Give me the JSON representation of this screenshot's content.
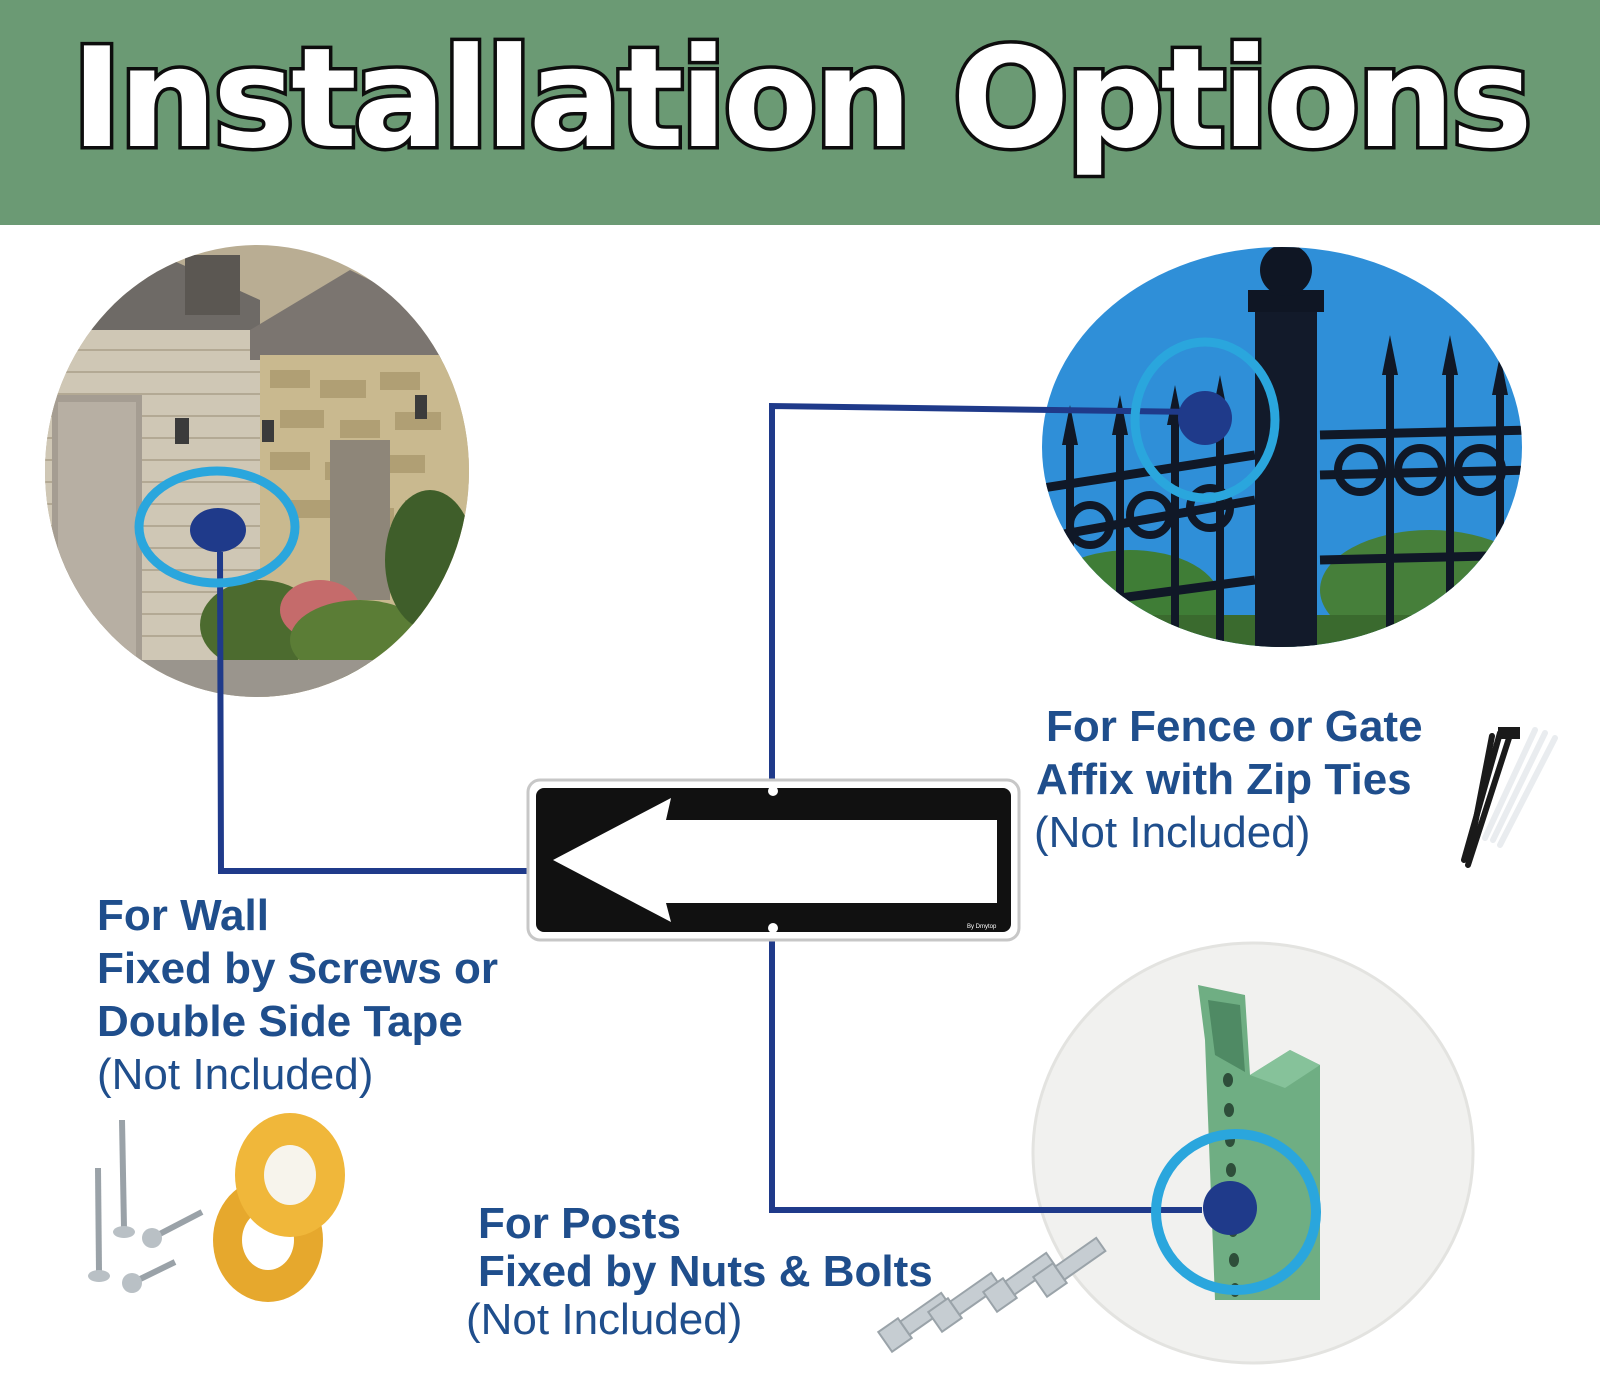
{
  "header": {
    "title": "Installation Options",
    "background": "#6b9a74"
  },
  "colors": {
    "connector": "#1f3a8a",
    "target_ring": "#2aa6dd",
    "label_text": "#1f4e8c"
  },
  "sign": {
    "icon": "left-arrow-icon",
    "maker_text": "By Dmytop"
  },
  "options": {
    "wall": {
      "title": "For Wall",
      "line2": "Fixed by Screws or",
      "line3": "Double Side Tape",
      "note": "(Not Included)",
      "photo": "house-wall-photo",
      "hardware": [
        "screws-icon",
        "double-side-tape-icon"
      ]
    },
    "fence": {
      "title": "For Fence or Gate",
      "line2": "Affix with Zip Ties",
      "note": "(Not Included)",
      "photo": "iron-fence-photo",
      "hardware": [
        "zip-ties-icon"
      ]
    },
    "posts": {
      "title": "For Posts",
      "line2": "Fixed by Nuts & Bolts",
      "note": "(Not Included)",
      "photo": "u-channel-post-photo",
      "hardware": [
        "nuts-bolts-icon"
      ]
    }
  }
}
